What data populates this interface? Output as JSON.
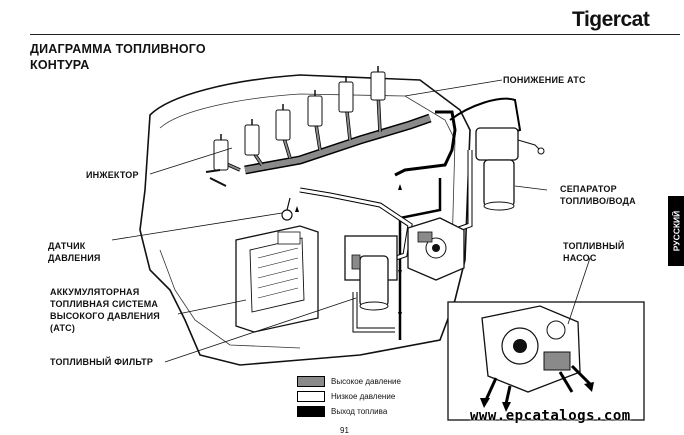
{
  "header": {
    "brand": "Tigercat",
    "title_line1": "ДИАГРАММА ТОПЛИВНОГО",
    "title_line2": "КОНТУРА",
    "side_tab": "РУССКИЙ"
  },
  "labels": {
    "atc_drop": "ПОНИЖЕНИЕ АТС",
    "injector": "ИНЖЕКТОР",
    "pressure_sensor_1": "ДАТЧИК",
    "pressure_sensor_2": "ДАВЛЕНИЯ",
    "separator_1": "СЕПАРАТОР",
    "separator_2": "ТОПЛИВО/ВОДА",
    "fuel_pump_1": "ТОПЛИВНЫЙ",
    "fuel_pump_2": "НАСОС",
    "atc_1": "АККУМУЛЯТОРНАЯ",
    "atc_2": "ТОПЛИВНАЯ СИСТЕМА",
    "atc_3": "ВЫСОКОГО ДАВЛЕНИЯ",
    "atc_4": "(АТС)",
    "fuel_filter": "ТОПЛИВНЫЙ ФИЛЬТР"
  },
  "legend": [
    {
      "label": "Высокое давление",
      "color": "#8a8a8a"
    },
    {
      "label": "Низкое давление",
      "color": "#ffffff"
    },
    {
      "label": "Выход топлива",
      "color": "#000000"
    }
  ],
  "footer": {
    "watermark": "www.epcatalogs.com",
    "page": "91"
  }
}
